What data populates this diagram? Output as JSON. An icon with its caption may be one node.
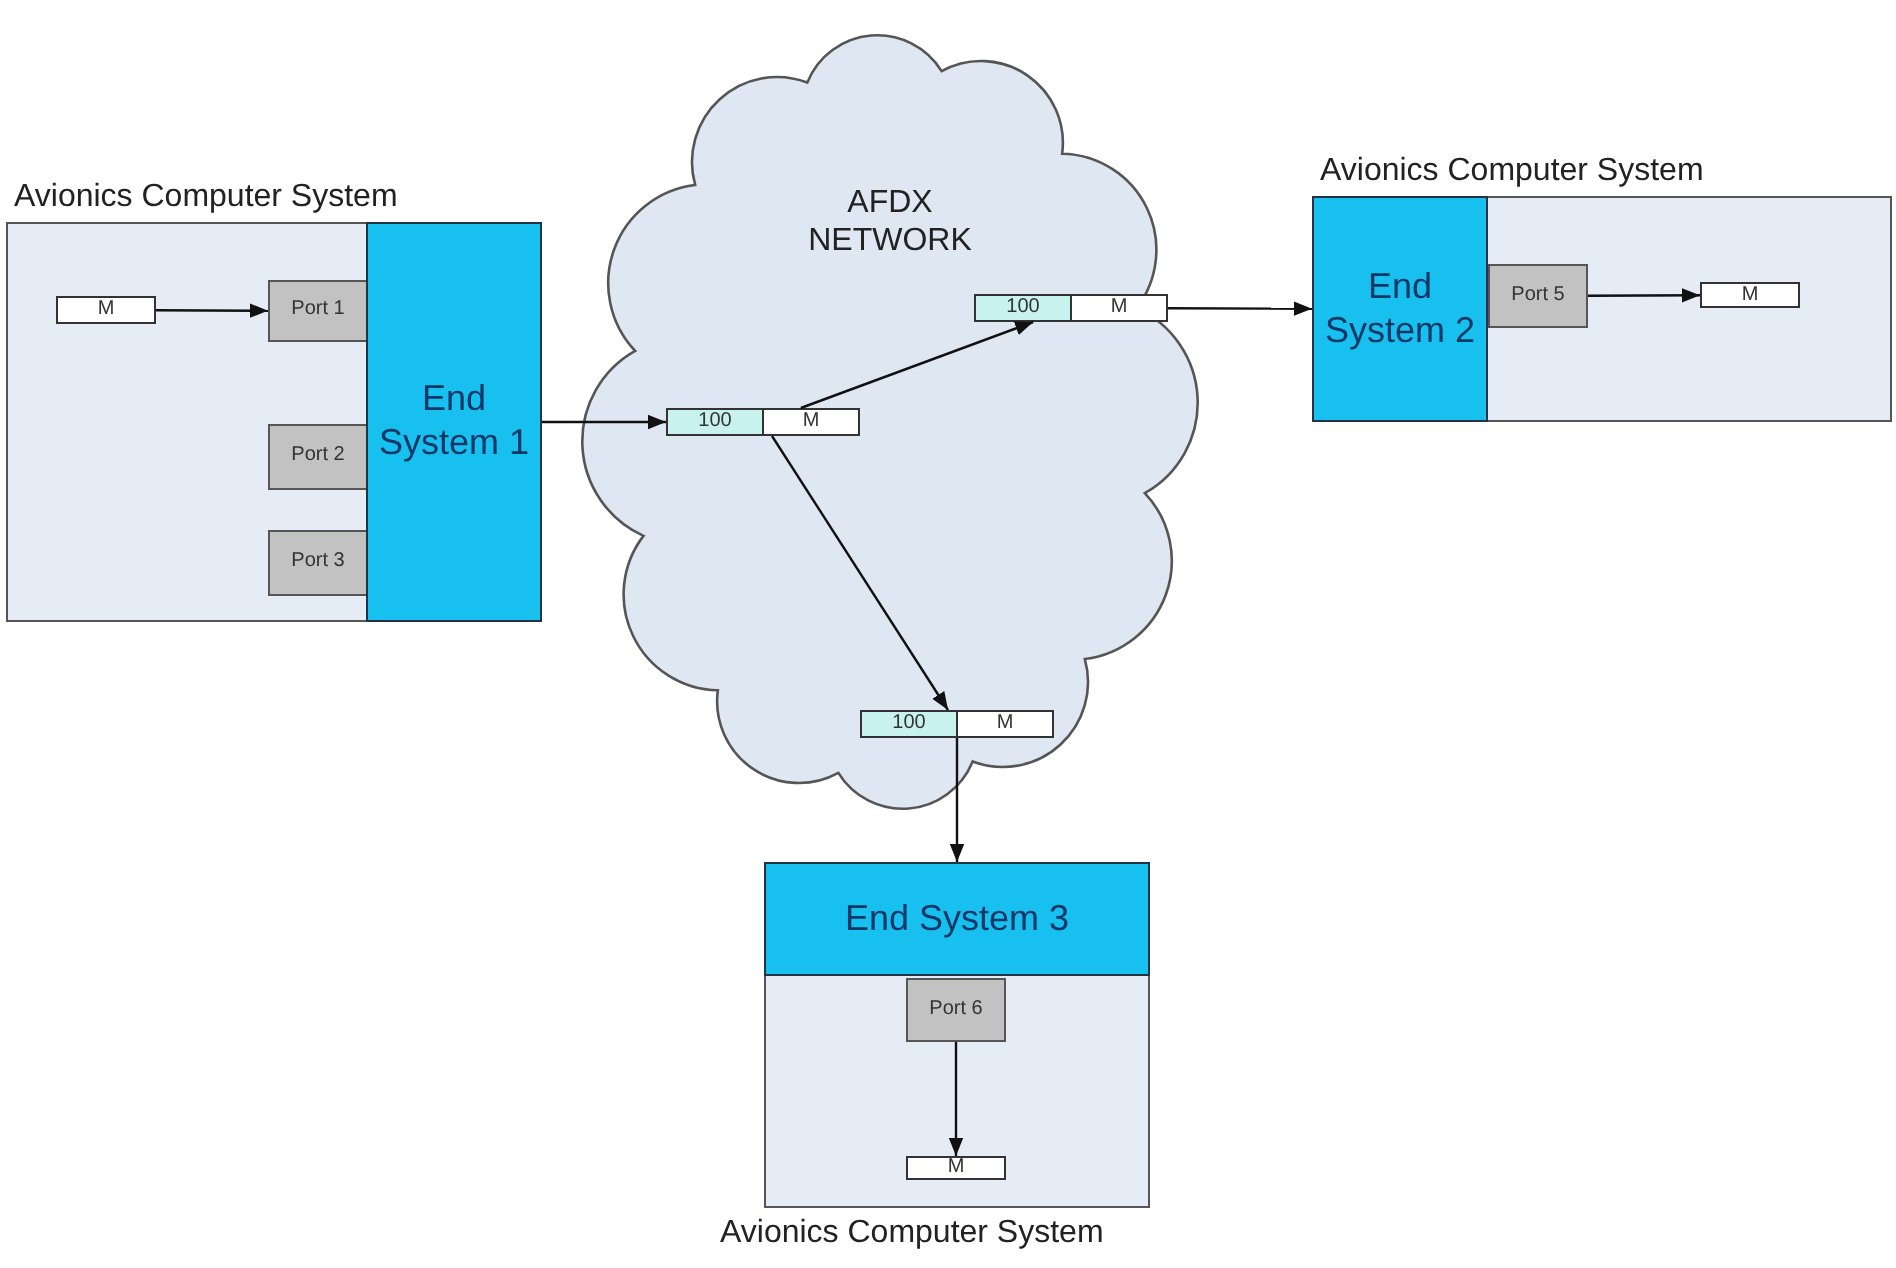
{
  "diagram": {
    "nodes": [
      {
        "text": [
          "Avionics Computer System"
        ]
      },
      {
        "text": [
          "M"
        ],
        "in": 0
      },
      {
        "text": [
          "Port 1"
        ],
        "in": 0
      },
      {
        "text": [
          "Port 2"
        ],
        "in": 0
      },
      {
        "text": [
          "Port 3"
        ],
        "in": 0
      },
      {
        "text": [
          "End System 1"
        ],
        "in": 0
      },
      {
        "text": [
          "AFDX NETWORK"
        ]
      },
      {
        "text": [
          "100",
          "M"
        ],
        "in": 6
      },
      {
        "text": [
          "100",
          "M"
        ],
        "in": 6
      },
      {
        "text": [
          "100",
          "M"
        ],
        "in": 6
      },
      {
        "text": [
          "Avionics Computer System"
        ]
      },
      {
        "text": [
          "End System 2"
        ],
        "in": 10
      },
      {
        "text": [
          "Port 5"
        ],
        "in": 10
      },
      {
        "text": [
          "M"
        ],
        "in": 10
      },
      {
        "text": [
          "Avionics Computer System"
        ]
      },
      {
        "text": [
          "End System 3"
        ],
        "in": 14
      },
      {
        "text": [
          "Port 6"
        ],
        "in": 14
      },
      {
        "text": [
          "M"
        ],
        "in": 14
      }
    ],
    "edges": [
      {
        "from": 1,
        "to": 2,
        "arrow": "to"
      },
      {
        "from": 5,
        "to": 7,
        "arrow": "to"
      },
      {
        "from": 7,
        "to": 8,
        "arrow": "to"
      },
      {
        "from": 7,
        "to": 9,
        "arrow": "to"
      },
      {
        "from": 8,
        "to": 11,
        "arrow": "to"
      },
      {
        "from": 9,
        "to": 15,
        "arrow": "to"
      },
      {
        "from": 12,
        "to": 13,
        "arrow": "to"
      },
      {
        "from": 16,
        "to": 17,
        "arrow": "to"
      }
    ]
  }
}
